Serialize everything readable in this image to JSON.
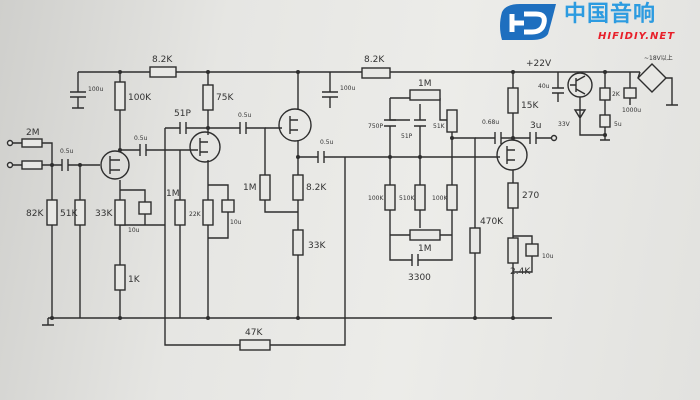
{
  "logo": {
    "chinese": "中国音响",
    "site": "HIFIDIY.NET",
    "mark": "HD"
  },
  "supply": {
    "voltage": "+22V",
    "input": "~18V以上",
    "zener": "33V",
    "r_2k": "2K",
    "c_40u": "40u",
    "c_5u": "5u",
    "c_1000u": "1000u"
  },
  "stage1": {
    "r_input": "2M",
    "c_in": "0.5u",
    "r_82k": "82K",
    "r_51k": "51K",
    "r_100k": "100K",
    "c_out": "0.5u",
    "r_33k": "33K",
    "c_10u": "10u",
    "r_1k": "1K",
    "c_decouple": "100u",
    "r_rail": "8.2K"
  },
  "stage2": {
    "c_51p": "51P",
    "r_75k": "75K",
    "r_1m": "1M",
    "r_22k": "22K",
    "c_10u": "10u",
    "c_out": "0.5u"
  },
  "stage3": {
    "r_1m": "1M",
    "r_82k": "8.2K",
    "r_33k": "33K",
    "c_out": "0.5u",
    "c_decouple": "100u",
    "r_rail": "8.2K"
  },
  "feedback": {
    "r_47k": "47K"
  },
  "tone": {
    "pot_top": "1M",
    "c_750p": "750P",
    "c_51p": "51P",
    "r_51k": "51K",
    "r_100k_a": "100K",
    "r_510k": "510K",
    "r_100k_b": "100K",
    "pot_bottom": "1M",
    "c_3300": "3300"
  },
  "stage4": {
    "r_15k": "15K",
    "c_068": "0.68u",
    "c_out": "3u",
    "r_270": "270",
    "r_470k": "470K",
    "r_24k": "2.4K",
    "c_10u": "10u"
  }
}
